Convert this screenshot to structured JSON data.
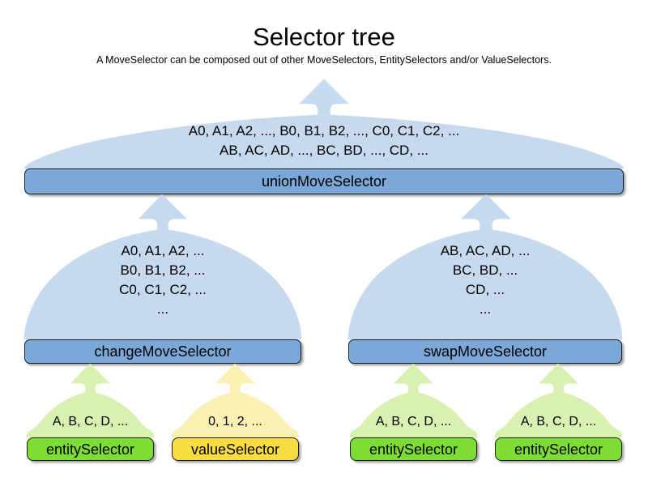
{
  "heading": {
    "title": "Selector tree",
    "subtitle": "A MoveSelector can be composed out of other MoveSelectors, EntitySelectors and/or ValueSelectors."
  },
  "colors": {
    "move_body": "#c6d9ef",
    "move_bar": "#7ba8d9",
    "entity_body": "#d8f0b0",
    "entity_bar": "#7ddd33",
    "value_body": "#fbf0b4",
    "value_bar": "#f9dc3f",
    "outline": "#1b1b1b"
  },
  "nodes": {
    "union": {
      "label": "unionMoveSelector",
      "lines": "A0, A1, A2, ..., B0, B1, B2, ..., C0, C1, C2, ...\nAB, AC, AD, ..., BC, BD, ..., CD, ...",
      "kind": "moveSelector"
    },
    "change": {
      "label": "changeMoveSelector",
      "lines": "A0, A1, A2, ...\nB0, B1, B2, ...\nC0, C1, C2, ...\n...",
      "kind": "moveSelector"
    },
    "swap": {
      "label": "swapMoveSelector",
      "lines": "AB, AC, AD, ...\nBC, BD, ...\nCD, ...\n...",
      "kind": "moveSelector"
    },
    "entity1": {
      "label": "entitySelector",
      "lines": "A, B, C, D, ...",
      "kind": "entitySelector"
    },
    "value1": {
      "label": "valueSelector",
      "lines": "0, 1, 2, ...",
      "kind": "valueSelector"
    },
    "entity2": {
      "label": "entitySelector",
      "lines": "A, B, C, D, ...",
      "kind": "entitySelector"
    },
    "entity3": {
      "label": "entitySelector",
      "lines": "A, B, C, D, ...",
      "kind": "entitySelector"
    }
  }
}
